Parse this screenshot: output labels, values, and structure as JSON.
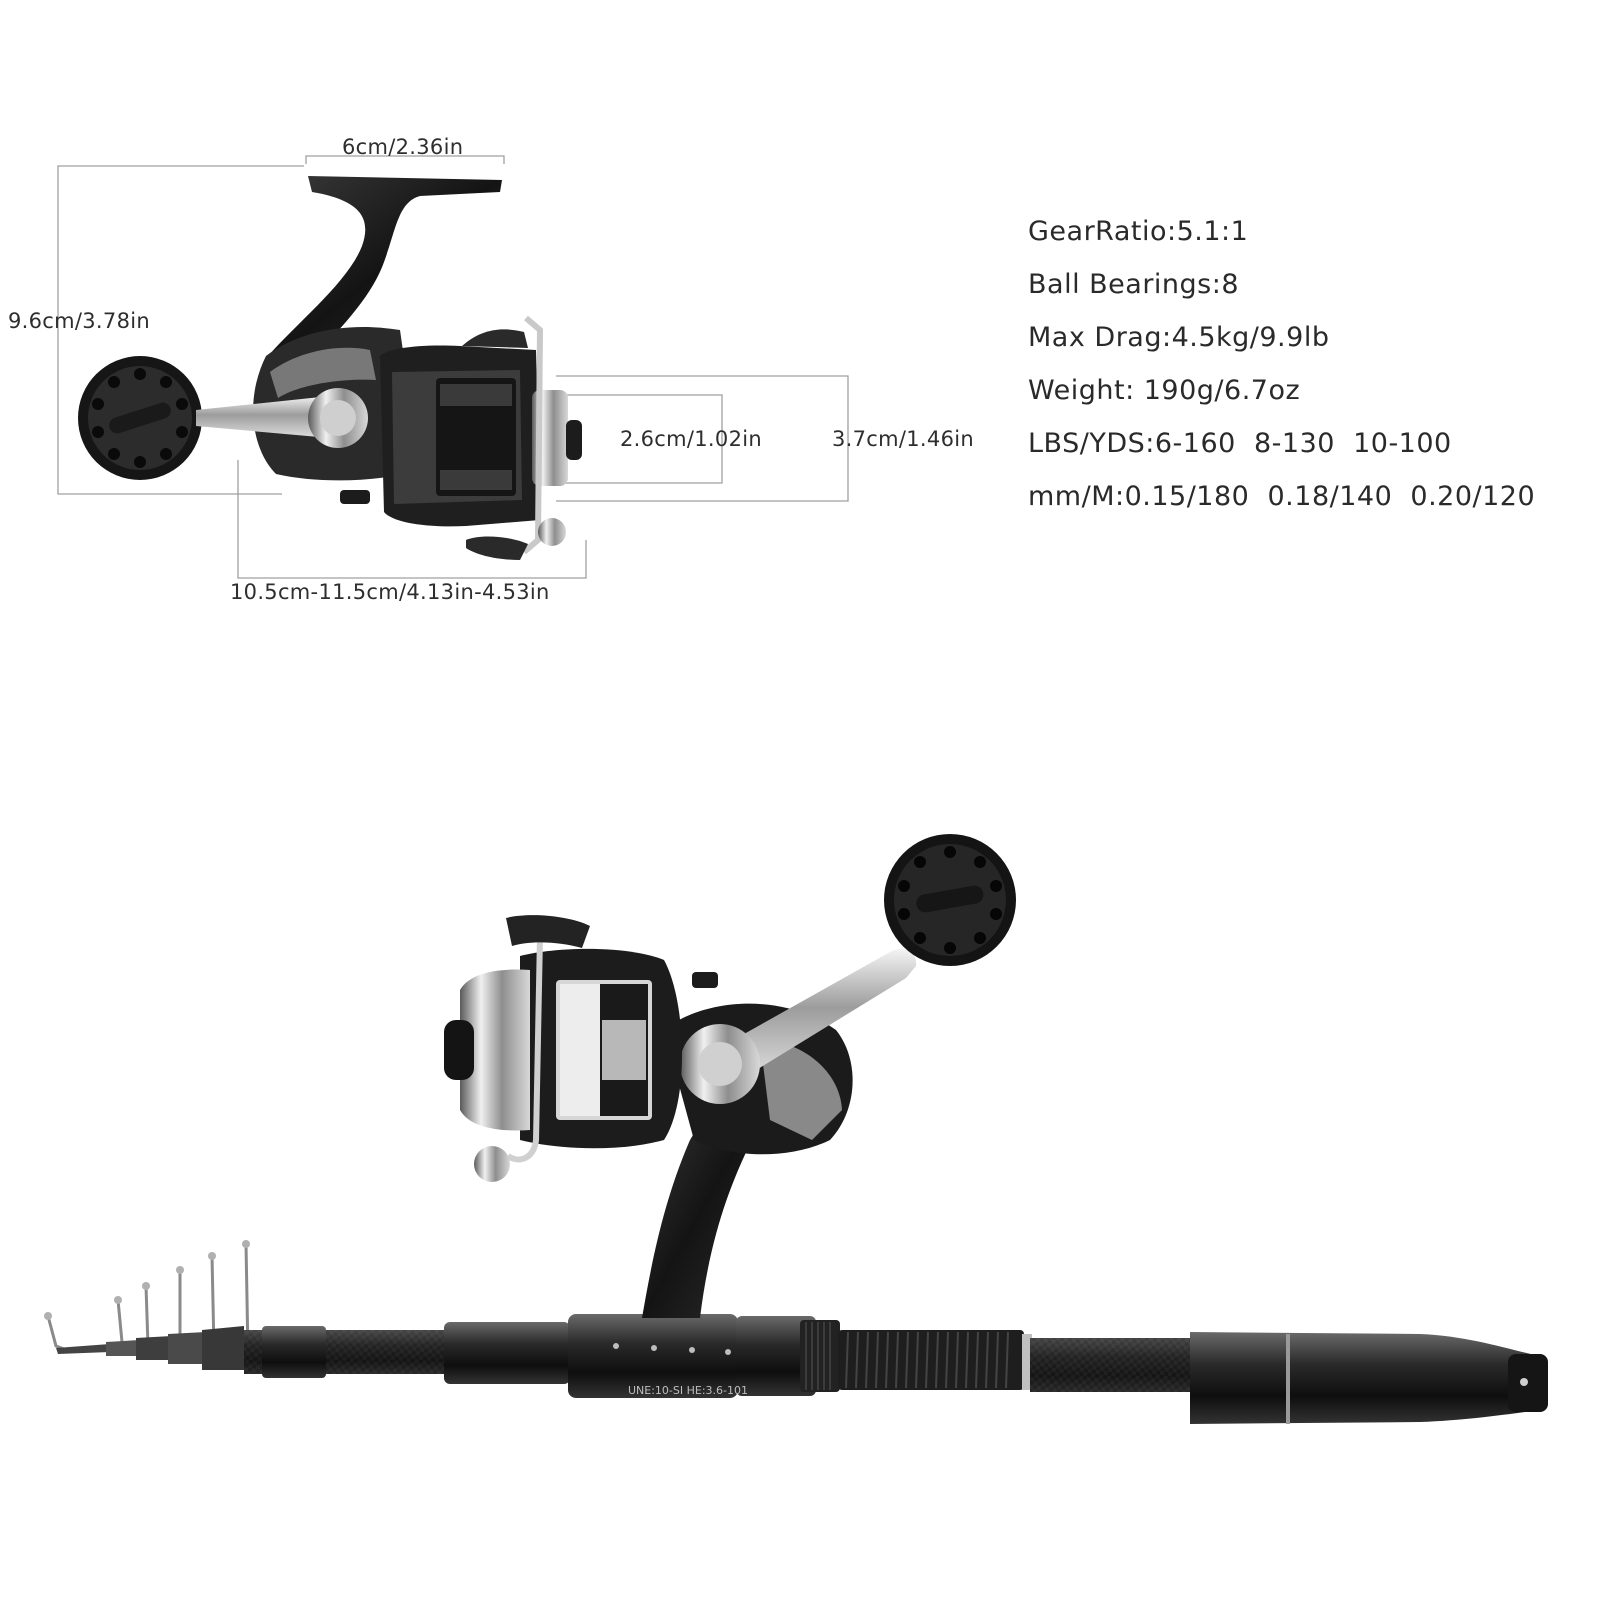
{
  "dimensions": {
    "width_top": "6cm/2.36in",
    "height": "9.6cm/3.78in",
    "spool_inner": "2.6cm/1.02in",
    "spool_outer": "3.7cm/1.46in",
    "length": "10.5cm-11.5cm/4.13in-4.53in"
  },
  "specs": [
    "GearRatio:5.1:1",
    "Ball Bearings:8",
    "Max Drag:4.5kg/9.9lb",
    "Weight: 190g/6.7oz",
    "LBS/YDS:6-160  8-130  10-100",
    "mm/M:0.15/180  0.18/140  0.20/120"
  ],
  "colors": {
    "body": "#1c1c1c",
    "metal": "#b8b8b8",
    "dim_line": "#9a9a9a",
    "text": "#2a2a2a"
  }
}
